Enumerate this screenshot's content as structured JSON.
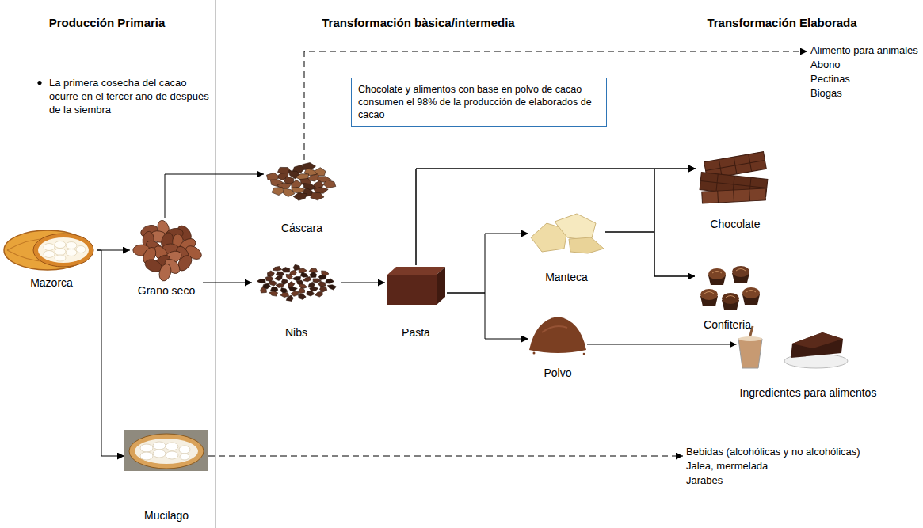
{
  "diagram": {
    "nodes": [
      {
        "text": [
          "Mazorca"
        ]
      },
      {
        "text": [
          "Grano seco"
        ]
      },
      {
        "text": [
          "Mucilago"
        ]
      },
      {
        "text": [
          "Cáscara"
        ]
      },
      {
        "text": [
          "Nibs"
        ]
      },
      {
        "text": [
          "Pasta"
        ]
      },
      {
        "text": [
          "Manteca"
        ]
      },
      {
        "text": [
          "Polvo"
        ]
      },
      {
        "text": [
          "Chocolate y alimentos con base en polvo de cacao consumen el 98% de la producción de elaborados de cacao"
        ]
      },
      {
        "text": [
          "Alimento para animales",
          "Abono",
          "Pectinas",
          "Biogas"
        ]
      },
      {
        "text": [
          "Chocolate"
        ]
      },
      {
        "text": [
          "Confiteria"
        ]
      },
      {
        "text": [
          "Ingredientes para alimentos"
        ]
      },
      {
        "text": [
          "Bebidas (alcohólicas y no alcohólicas)",
          "Jalea, mermelada",
          "Jarabes"
        ]
      }
    ],
    "edges": [
      {
        "from": 0,
        "to": 1,
        "arrow": "to"
      },
      {
        "from": 0,
        "to": 2,
        "arrow": "to"
      },
      {
        "from": 1,
        "to": 3,
        "arrow": "to"
      },
      {
        "from": 1,
        "to": 4,
        "arrow": "to"
      },
      {
        "from": 4,
        "to": 5,
        "arrow": "to"
      },
      {
        "from": 5,
        "to": 6,
        "arrow": "to"
      },
      {
        "from": 5,
        "to": 7,
        "arrow": "to"
      },
      {
        "from": 5,
        "to": 10,
        "arrow": "to"
      },
      {
        "from": 5,
        "to": 11,
        "arrow": "to"
      },
      {
        "from": 6,
        "to": 10,
        "arrow": "to"
      },
      {
        "from": 6,
        "to": 11,
        "arrow": "to"
      },
      {
        "from": 7,
        "to": 12,
        "arrow": "to"
      },
      {
        "from": 3,
        "to": 9,
        "arrow": "to"
      },
      {
        "from": 2,
        "to": 13,
        "arrow": "to"
      }
    ],
    "labels": [
      "Producción Primaria",
      "Transformación bàsica/intermedia",
      "Transformación Elaborada",
      "La primera cosecha del cacao ocurre en el tercer año de después de la siembra"
    ]
  }
}
